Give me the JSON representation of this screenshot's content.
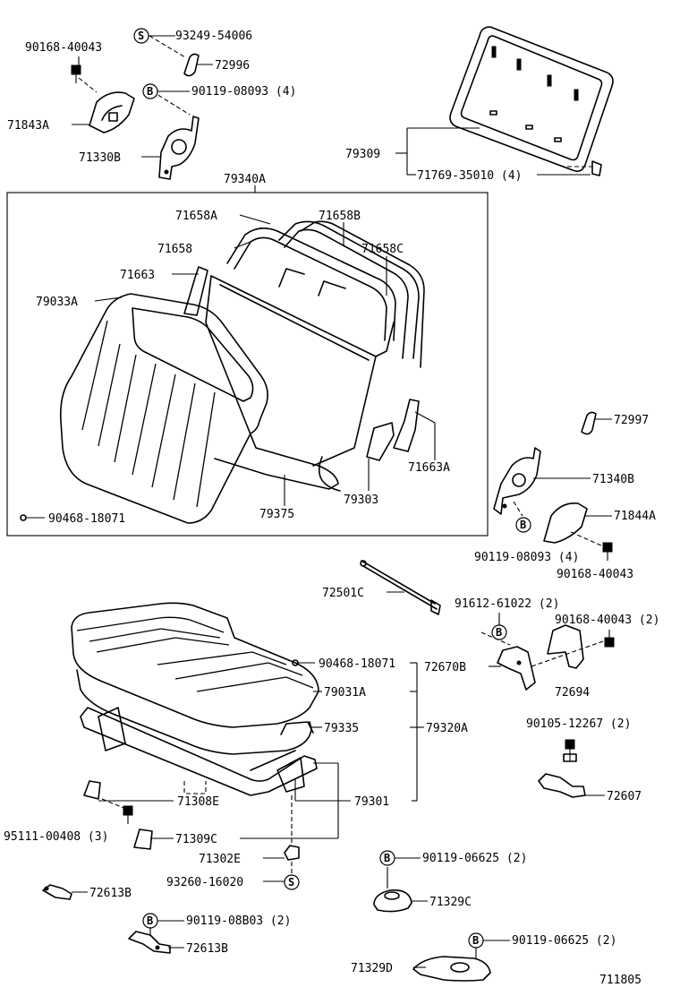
{
  "figure_number": "711805",
  "callouts": [
    {
      "id": "c1",
      "text": "90168-40043"
    },
    {
      "id": "c2",
      "text": "93249-54006",
      "badge": "S"
    },
    {
      "id": "c3",
      "text": "72996"
    },
    {
      "id": "c4",
      "text": "90119-08093 (4)",
      "badge": "B"
    },
    {
      "id": "c5",
      "text": "71843A"
    },
    {
      "id": "c6",
      "text": "71330B"
    },
    {
      "id": "c7",
      "text": "79309"
    },
    {
      "id": "c8",
      "text": "71769-35010 (4)"
    },
    {
      "id": "c9",
      "text": "79340A"
    },
    {
      "id": "c10",
      "text": "71658A"
    },
    {
      "id": "c11",
      "text": "71658B"
    },
    {
      "id": "c12",
      "text": "71658"
    },
    {
      "id": "c13",
      "text": "71658C"
    },
    {
      "id": "c14",
      "text": "71663"
    },
    {
      "id": "c15",
      "text": "79033A"
    },
    {
      "id": "c16",
      "text": "72997"
    },
    {
      "id": "c17",
      "text": "71340B"
    },
    {
      "id": "c18",
      "text": "71663A"
    },
    {
      "id": "c19",
      "text": "79303"
    },
    {
      "id": "c20",
      "text": "79375"
    },
    {
      "id": "c21",
      "text": "71844A"
    },
    {
      "id": "c22",
      "text": "90468-18071"
    },
    {
      "id": "c23",
      "text": "90119-08093 (4)",
      "badge": "B"
    },
    {
      "id": "c24",
      "text": "90168-40043"
    },
    {
      "id": "c25",
      "text": "72501C"
    },
    {
      "id": "c26",
      "text": "91612-61022 (2)",
      "badge": "B"
    },
    {
      "id": "c27",
      "text": "90168-40043 (2)"
    },
    {
      "id": "c28",
      "text": "90468-18071"
    },
    {
      "id": "c29",
      "text": "72670B"
    },
    {
      "id": "c30",
      "text": "79031A"
    },
    {
      "id": "c31",
      "text": "72694"
    },
    {
      "id": "c32",
      "text": "79335"
    },
    {
      "id": "c33",
      "text": "79320A"
    },
    {
      "id": "c34",
      "text": "90105-12267 (2)"
    },
    {
      "id": "c35",
      "text": "71308E"
    },
    {
      "id": "c36",
      "text": "79301"
    },
    {
      "id": "c37",
      "text": "72607"
    },
    {
      "id": "c38",
      "text": "95111-00408 (3)"
    },
    {
      "id": "c39",
      "text": "71309C"
    },
    {
      "id": "c40",
      "text": "71302E"
    },
    {
      "id": "c41",
      "text": "90119-06625 (2)",
      "badge": "B"
    },
    {
      "id": "c42",
      "text": "93260-16020",
      "badge": "S"
    },
    {
      "id": "c43",
      "text": "72613B"
    },
    {
      "id": "c44",
      "text": "71329C"
    },
    {
      "id": "c45",
      "text": "90119-08B03 (2)",
      "badge": "B"
    },
    {
      "id": "c46",
      "text": "72613B"
    },
    {
      "id": "c47",
      "text": "90119-06625 (2)",
      "badge": "B"
    },
    {
      "id": "c48",
      "text": "71329D"
    }
  ]
}
